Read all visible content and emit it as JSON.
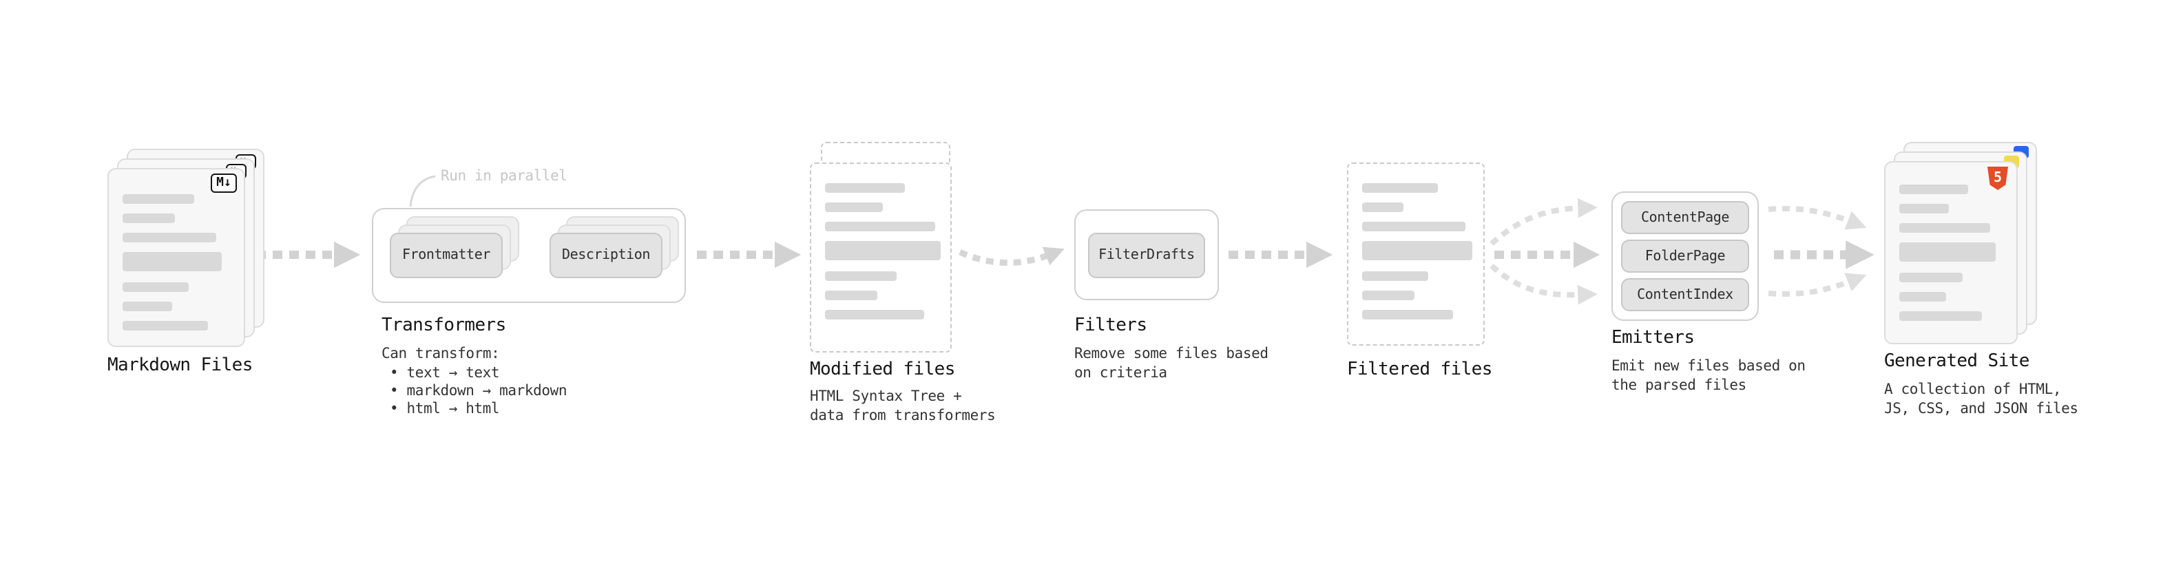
{
  "nodes": {
    "markdown_files": {
      "title": "Markdown Files",
      "badge": "M↓"
    },
    "transformers": {
      "title": "Transformers",
      "callout": "Run in parallel",
      "buttons": [
        "Frontmatter",
        "Description"
      ],
      "caption_heading": "Can transform:",
      "bullets": [
        "• text → text",
        "• markdown → markdown",
        "• html → html"
      ]
    },
    "modified_files": {
      "title": "Modified files",
      "caption": "HTML Syntax Tree +\ndata from transformers"
    },
    "filters": {
      "title": "Filters",
      "buttons": [
        "FilterDrafts"
      ],
      "caption": "Remove some files based\non criteria"
    },
    "filtered_files": {
      "title": "Filtered files"
    },
    "emitters": {
      "title": "Emitters",
      "buttons": [
        "ContentPage",
        "FolderPage",
        "ContentIndex"
      ],
      "caption": "Emit new files based on\nthe parsed files"
    },
    "generated_site": {
      "title": "Generated Site",
      "badge": "5",
      "caption": "A collection of HTML,\nJS, CSS, and JSON files"
    }
  },
  "colors": {
    "arrow": "#d2d2d2",
    "arrow_light": "#dedede",
    "card_bg": "#f7f7f7",
    "card_border": "#dcdcdc",
    "text_bar": "#d9d9d9",
    "button_bg": "#e3e3e3",
    "button_border": "#c7c7c7",
    "html5_orange": "#e44d26",
    "js_yellow": "#f0db4f",
    "css_blue": "#2965f1"
  }
}
